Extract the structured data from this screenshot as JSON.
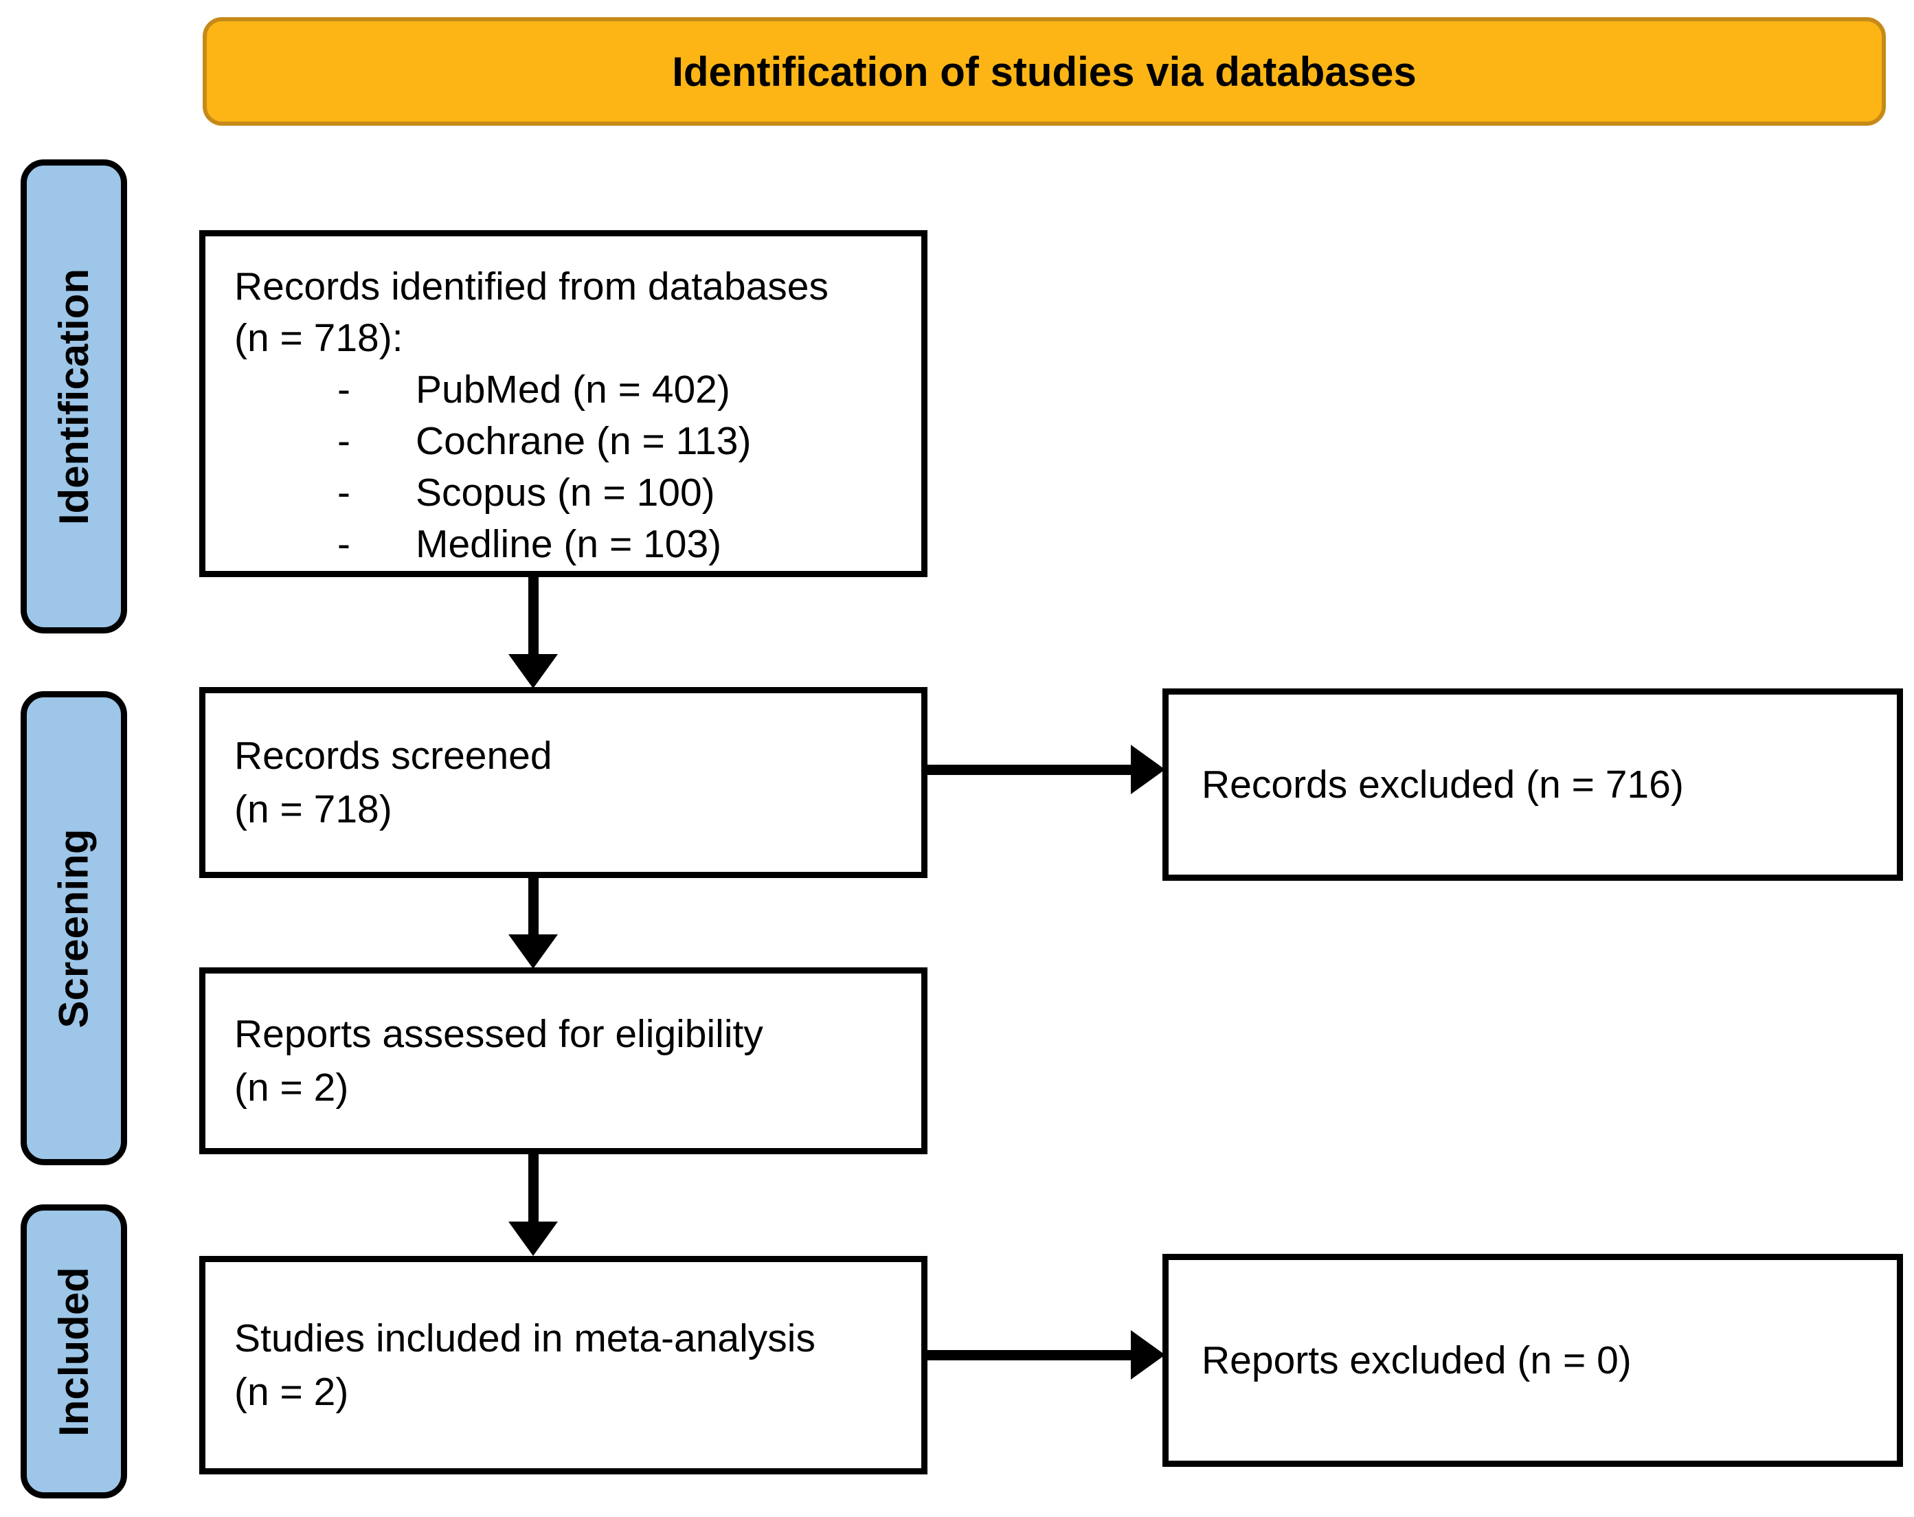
{
  "banner": {
    "title": "Identification of studies via databases"
  },
  "stage_labels": [
    {
      "label": "Identification"
    },
    {
      "label": "Screening"
    },
    {
      "label": "Included"
    }
  ],
  "flow_boxes": {
    "records_identified": {
      "line1": "Records identified from databases",
      "line2": "(n = 718):",
      "bullet_marker": "-",
      "bullets": [
        "PubMed (n = 402)",
        "Cochrane (n = 113)",
        "Scopus (n = 100)",
        "Medline (n = 103)"
      ]
    },
    "records_screened": {
      "line1": "Records screened",
      "line2": "(n = 718)"
    },
    "reports_assessed": {
      "line1": "Reports assessed for eligibility",
      "line2": "(n = 2)"
    },
    "studies_included": {
      "line1": "Studies included in meta-analysis",
      "line2": "(n = 2)"
    },
    "records_excluded": {
      "text": "Records excluded (n = 716)"
    },
    "reports_excluded": {
      "text": "Reports excluded (n = 0)"
    }
  },
  "colors": {
    "banner_fill": "#fcb515",
    "banner_border": "#c68a19",
    "stage_label_fill": "#9dc6e8",
    "box_border": "#000000",
    "arrow": "#000000",
    "background": "#ffffff"
  }
}
